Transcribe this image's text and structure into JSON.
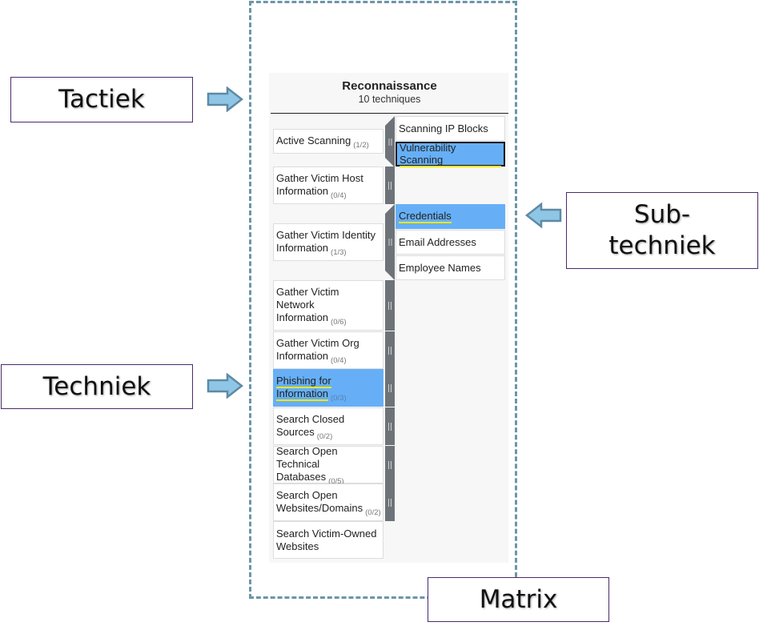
{
  "annotations": {
    "tactic_label": "Tactiek",
    "technique_label": "Techniek",
    "subtechnique_label_line1": "Sub-",
    "subtechnique_label_line2": "techniek",
    "matrix_label": "Matrix"
  },
  "colors": {
    "selected": "#66aff7",
    "underline": "#f2e600",
    "handle": "#6d7378",
    "frame": "#6b96a8",
    "arrow_fill": "#8fc6e6",
    "arrow_stroke": "#5e8aa4"
  },
  "tactic": {
    "name": "Reconnaissance",
    "count": "10 techniques",
    "techniques": [
      {
        "name": "Active Scanning",
        "count": "(1/2)",
        "selected": false,
        "subtechniques": [
          {
            "name": "Scanning IP Blocks",
            "selected": false
          },
          {
            "name": "Vulnerability Scanning",
            "selected": true
          }
        ]
      },
      {
        "name": "Gather Victim Host Information",
        "count": "(0/4)",
        "selected": false
      },
      {
        "name": "Gather Victim Identity Information",
        "count": "(1/3)",
        "selected": false,
        "subtechniques": [
          {
            "name": "Credentials",
            "selected": true
          },
          {
            "name": "Email Addresses",
            "selected": false
          },
          {
            "name": "Employee Names",
            "selected": false
          }
        ]
      },
      {
        "name": "Gather Victim Network Information",
        "count": "(0/6)",
        "selected": false
      },
      {
        "name": "Gather Victim Org Information",
        "count": "(0/4)",
        "selected": false
      },
      {
        "name": "Phishing for Information",
        "count": "(0/3)",
        "selected": true
      },
      {
        "name": "Search Closed Sources",
        "count": "(0/2)",
        "selected": false
      },
      {
        "name": "Search Open Technical Databases",
        "count": "(0/5)",
        "selected": false
      },
      {
        "name": "Search Open Websites/Domains",
        "count": "(0/2)",
        "selected": false
      },
      {
        "name": "Search Victim-Owned Websites",
        "count": "",
        "selected": false
      }
    ]
  }
}
